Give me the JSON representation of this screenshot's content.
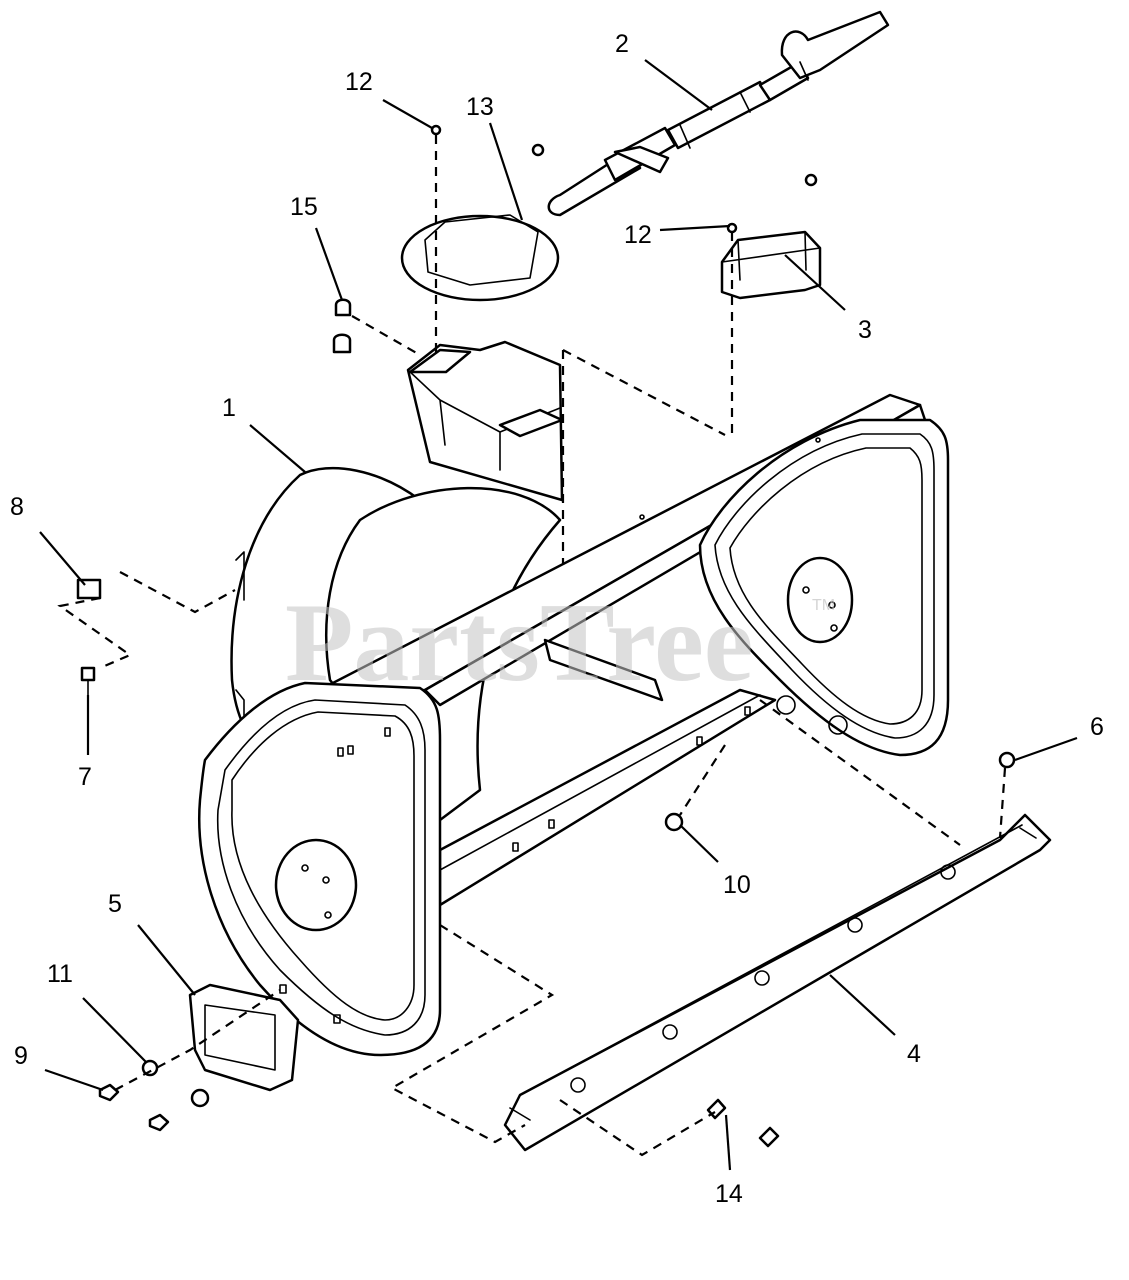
{
  "diagram": {
    "watermark": "PartsTree",
    "watermark_tm": "TM",
    "callouts": [
      "1",
      "2",
      "3",
      "4",
      "5",
      "6",
      "7",
      "8",
      "9",
      "10",
      "11",
      "12",
      "12",
      "13",
      "14",
      "15"
    ]
  }
}
